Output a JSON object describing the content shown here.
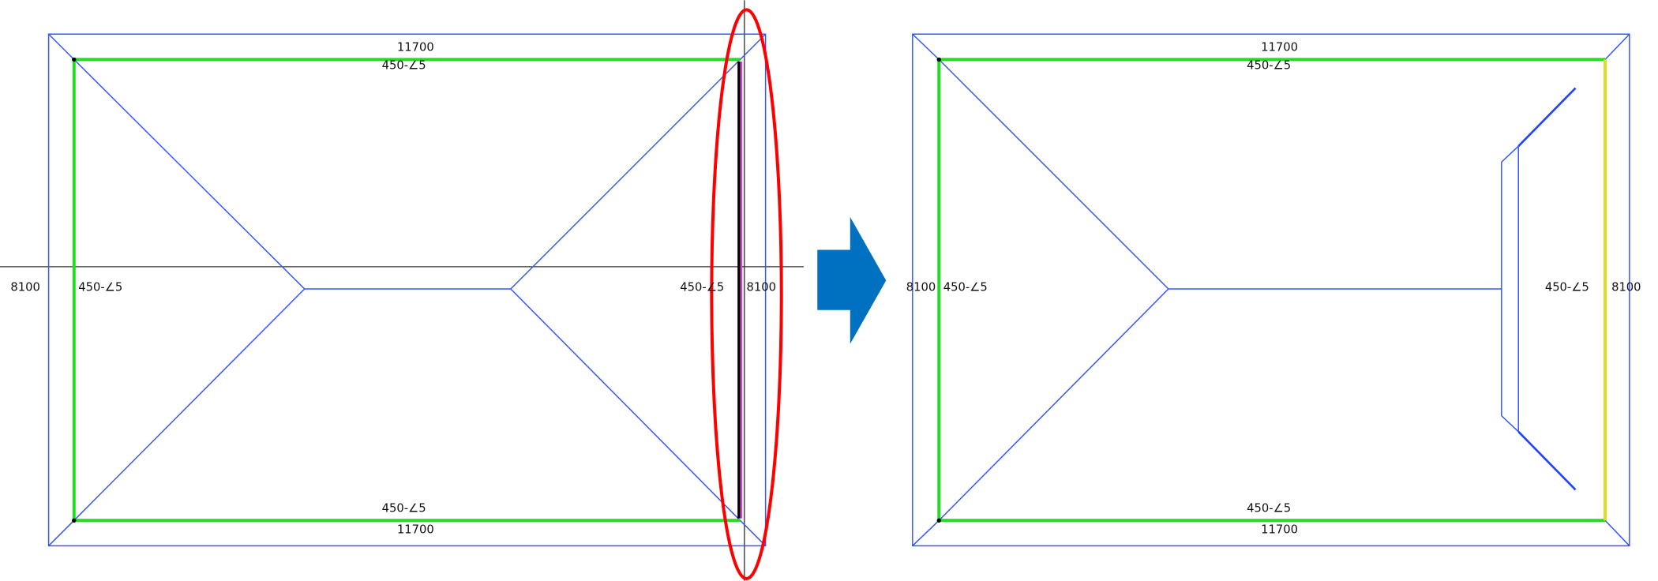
{
  "before": {
    "top_length": "11700",
    "top_slope": "450-∠5",
    "bottom_slope": "450-∠5",
    "bottom_length": "11700",
    "left_length": "8100",
    "left_slope": "450-∠5",
    "right_slope": "450-∠5",
    "right_length": "8100"
  },
  "after": {
    "top_length": "11700",
    "top_slope": "450-∠5",
    "bottom_slope": "450-∠5",
    "bottom_length": "11700",
    "left_length": "8100",
    "left_slope": "450-∠5",
    "right_slope": "450-∠5",
    "right_length": "8100"
  },
  "colors": {
    "outline": "#3355ff",
    "eave": "#22dd22",
    "highlight": "#ff0000",
    "arrow": "#0070c0",
    "after_right_eave": "#dddd22"
  }
}
